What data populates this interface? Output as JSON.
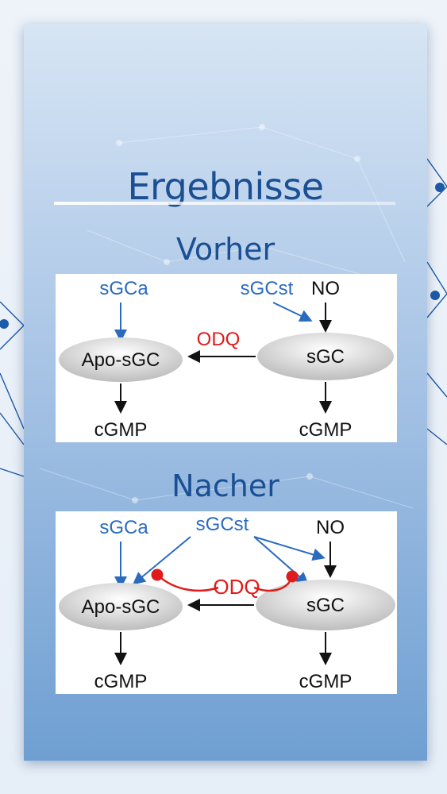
{
  "slide": {
    "title": "Ergebnisse",
    "sections": [
      {
        "label": "Vorher"
      },
      {
        "label": "Nacher"
      }
    ]
  },
  "diagrams": {
    "before": {
      "sgca": "sGCa",
      "sgcst": "sGCst",
      "no": "NO",
      "odq": "ODQ",
      "apo": "Apo-sGC",
      "sgc": "sGC",
      "cgmp_left": "cGMP",
      "cgmp_right": "cGMP"
    },
    "after": {
      "sgca": "sGCa",
      "sgcst": "sGCst",
      "no": "NO",
      "odq": "ODQ",
      "apo": "Apo-sGC",
      "sgc": "sGC",
      "cgmp_left": "cGMP",
      "cgmp_right": "cGMP"
    }
  },
  "colors": {
    "blue_label": "#2a6bbf",
    "red_label": "#e01b1b",
    "title": "#1a4f93"
  }
}
